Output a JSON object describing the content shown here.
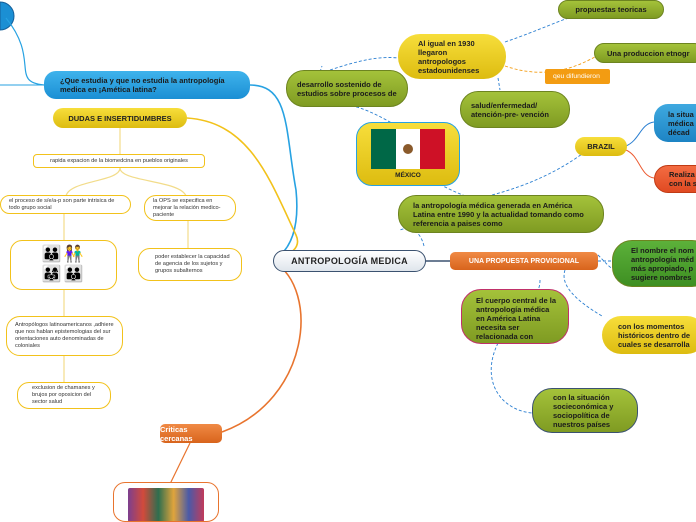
{
  "center": "ANTROPOLOGÍA MEDICA",
  "question": "¿Que estudia y que no estudia la antropología medica en ¡Amética latina?",
  "dudas": "DUDAS E INSERTIDUMBRES",
  "dudas_items": {
    "biomedicina": "rapida expacion de la biomedcina en pueblos originales",
    "proceso": "el proceso de s/e/a-p son parte intrisica de todo grupo social",
    "ops": "la OPS se especifica en mejorar la relación medico-paciente",
    "poder": "poder establecer la capacidad de agencia de los sujetos y grupos subalternos",
    "antropologos": "Antropólogos latinoamericanos ,adhiere que nos hablan epistemologias del sur orientaciones auto denominadas de coloniales",
    "exclusion": "exclusion de chamanes y brujos por oposicion del sector salud"
  },
  "criticas": "Criticas cercanas",
  "mexico": {
    "label": "MÉXICO",
    "desarrollo": "desarrollo sostenido de estudios sobre procesos de",
    "al_igual": "Al igual en 1930 llegaron antropologos estadounidenses",
    "propuestas": "propuestas teoricas",
    "produccion": "Una produccion etnogr",
    "difundieron": "qeu difundieron",
    "salud": "salud/enfermedad/ atención-pre- vención"
  },
  "brazil": {
    "label": "BRAZIL",
    "situacion": "la situa médica décad",
    "realiza": "Realiza con la s"
  },
  "generada": "la antropología médica generada en América Latina entre 1990 y la actualidad tomando como referencia a paises como",
  "propuesta": {
    "label": "UNA PROPUESTA PROVICIONAL",
    "nombre": "El nombre el nom antropología méd más apropiado, p sugiere nombres",
    "cuerpo": "El cuerpo central de la antropología médica en América Latina necesita ser relacionada con",
    "momentos": "con los momentos históricos dentro de cuales se desarrolla",
    "socio": "con la situación socieconómica y sociopolítica de nuestros países"
  },
  "colors": {
    "olive": "#8fae2c",
    "yellow": "#f0cf22",
    "blue": "#27a2e2",
    "orange": "#e8742e",
    "red": "#ec5a30",
    "navy": "#3b5270"
  },
  "icons": [
    "people-icon",
    "mexico-flag-icon",
    "crowd-photo-icon"
  ]
}
